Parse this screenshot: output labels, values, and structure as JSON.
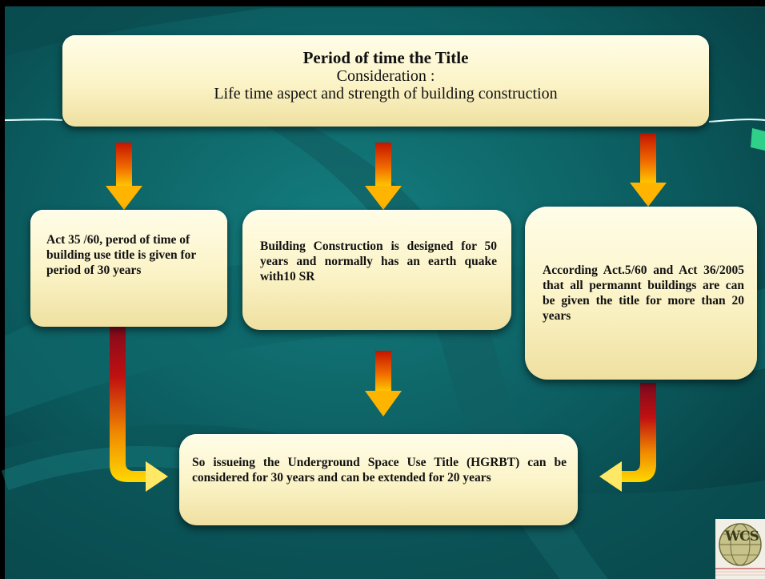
{
  "title_box": {
    "heading": "Period of time the Title",
    "subheading": "Consideration :",
    "description": "Life time aspect and strength of building construction"
  },
  "left_box": {
    "text": "Act 35 /60, perod of time of building use title is given for period of  30 years"
  },
  "middle_box": {
    "text": "Building Construction is designed for 50 years and normally has an earth quake with10 SR"
  },
  "right_box": {
    "text": "According Act.5/60 and Act 36/2005 that all permannt buildings are can be given the title for more  than 20 years"
  },
  "bottom_box": {
    "text": "So issueing the Underground Space Use Title (HGRBT) can be considered for 30 years and can be extended for 20 years"
  },
  "logo": {
    "text": "WCS",
    "icon": "globe-logo-icon"
  },
  "colors": {
    "background": "#0d5a5e",
    "box_fill": "#fbf3c6",
    "arrow_top": "#c81a00",
    "arrow_bottom": "#ffd200"
  }
}
